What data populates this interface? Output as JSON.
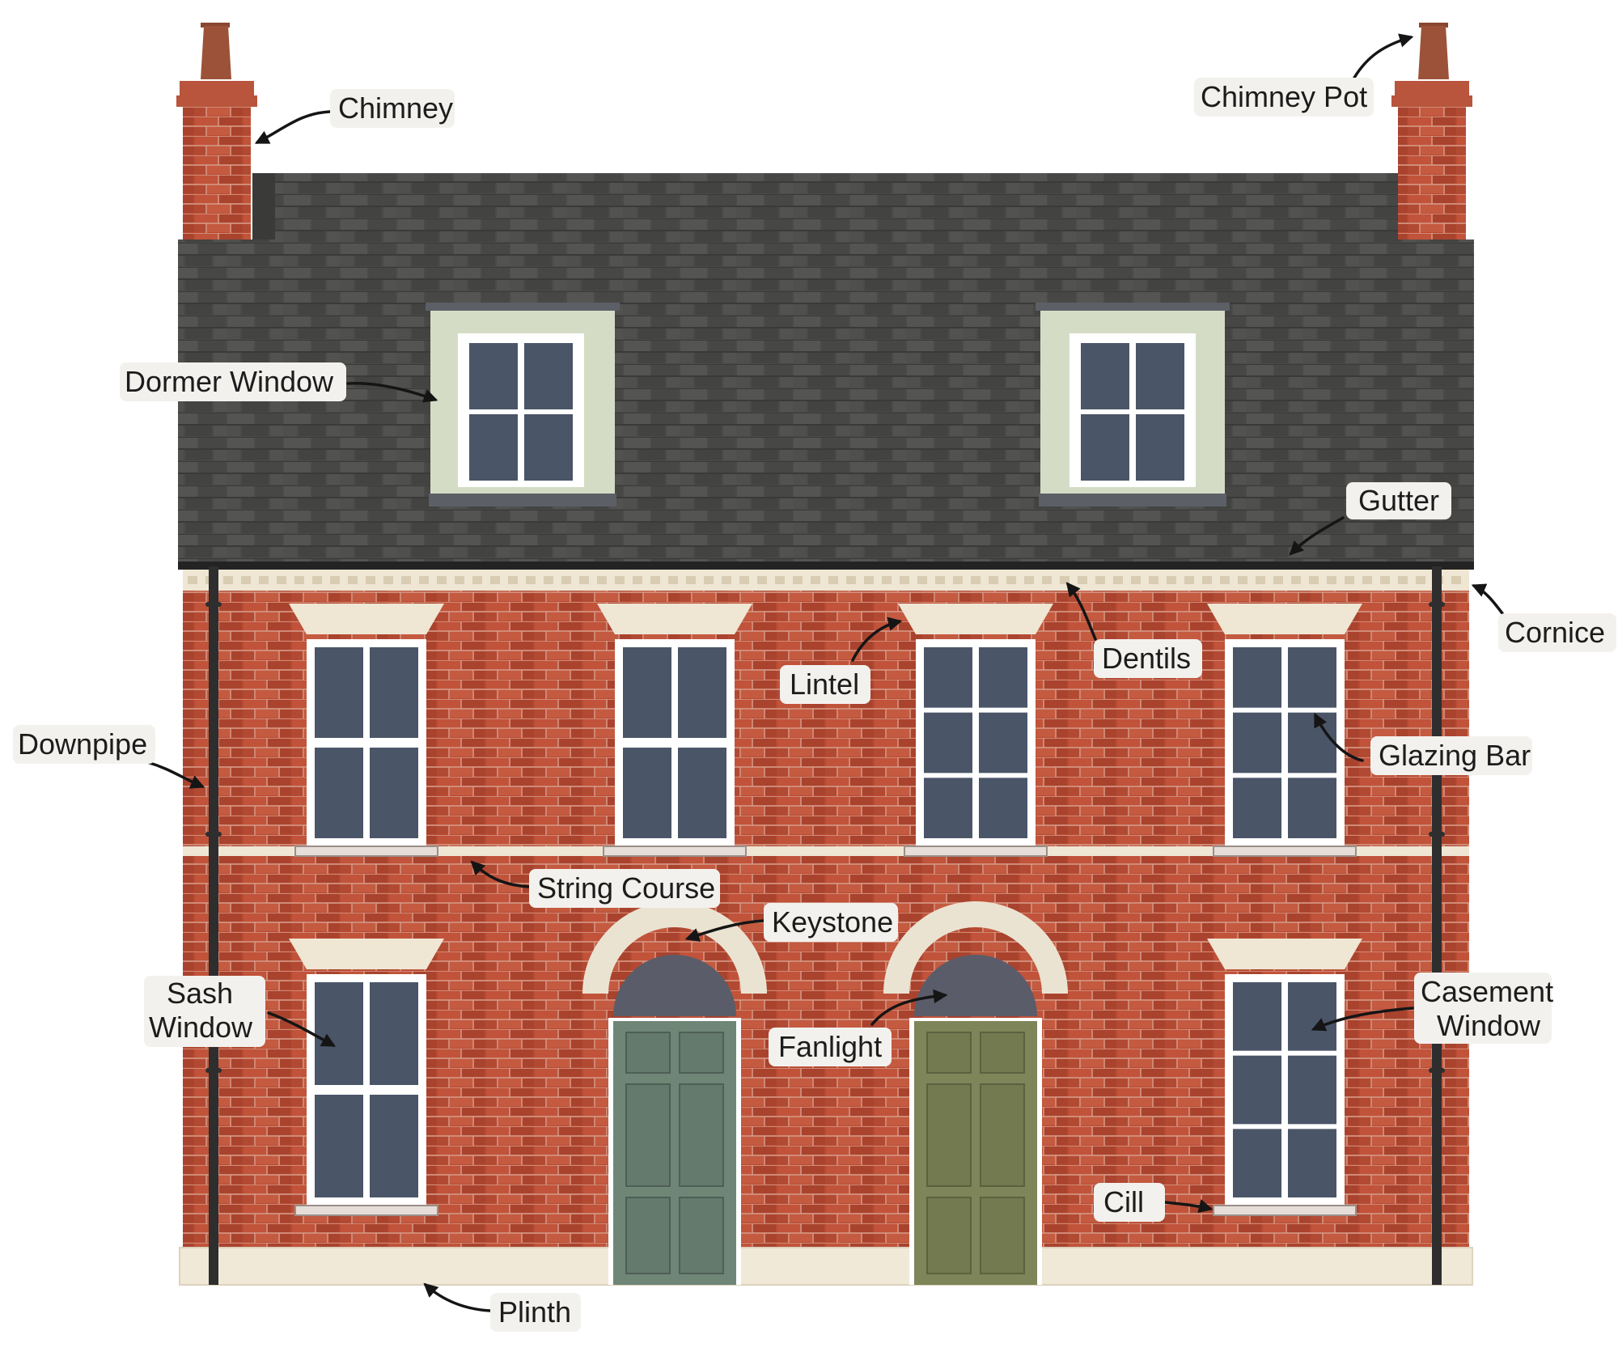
{
  "labels": {
    "chimney": "Chimney",
    "chimney_pot": "Chimney Pot",
    "dormer_window": "Dormer Window",
    "gutter": "Gutter",
    "cornice": "Cornice",
    "dentils": "Dentils",
    "lintel": "Lintel",
    "glazing_bar": "Glazing Bar",
    "downpipe": "Downpipe",
    "string_course": "String Course",
    "keystone": "Keystone",
    "sash_window_line1": "Sash",
    "sash_window_line2": "Window",
    "casement_window_line1": "Casement",
    "casement_window_line2": "Window",
    "fanlight": "Fanlight",
    "cill": "Cill",
    "plinth": "Plinth"
  },
  "colors": {
    "brick": "#b84a32",
    "brick_mortar": "#d9a08c",
    "roof_slate": "#4a4a48",
    "roof_slate_line": "#3a3a38",
    "stone_trim": "#efe6d4",
    "glass": "#4a5568",
    "window_frame": "#ffffff",
    "dormer_cheek": "#d5dcc6",
    "door_left": "#6f8677",
    "door_right": "#7e8559",
    "fanlight_glass": "#5a5c6a",
    "downpipe": "#2e2e2e",
    "chimney_pot": "#9c5238",
    "label_bg": "#f3f1ee"
  }
}
